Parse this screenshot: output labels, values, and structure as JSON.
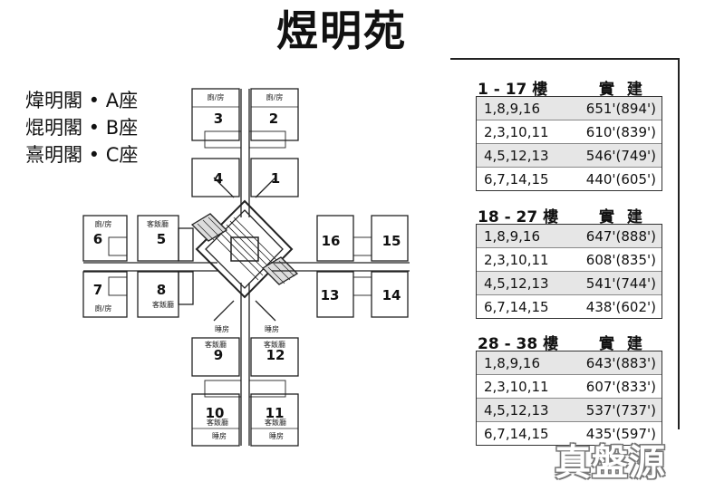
{
  "title": "煜明苑",
  "blocks": [
    {
      "label": "煒明閣 • A座"
    },
    {
      "label": "焜明閣 • B座"
    },
    {
      "label": "熹明閣 • C座"
    }
  ],
  "plan": {
    "units": [
      "1",
      "2",
      "3",
      "4",
      "5",
      "6",
      "7",
      "8",
      "9",
      "10",
      "11",
      "12",
      "13",
      "14",
      "15",
      "16"
    ],
    "room_labels": {
      "bed_toilet": "廁/房",
      "living_dining": "客飯廳",
      "bedroom": "睡房"
    }
  },
  "tables": [
    {
      "floors": "1 - 17 樓",
      "header": "實 建",
      "rows": [
        {
          "units": "1,8,9,16",
          "size": "651'(894')"
        },
        {
          "units": "2,3,10,11",
          "size": "610'(839')"
        },
        {
          "units": "4,5,12,13",
          "size": "546'(749')"
        },
        {
          "units": "6,7,14,15",
          "size": "440'(605')"
        }
      ]
    },
    {
      "floors": "18 - 27 樓",
      "header": "實 建",
      "rows": [
        {
          "units": "1,8,9,16",
          "size": "647'(888')"
        },
        {
          "units": "2,3,10,11",
          "size": "608'(835')"
        },
        {
          "units": "4,5,12,13",
          "size": "541'(744')"
        },
        {
          "units": "6,7,14,15",
          "size": "438'(602')"
        }
      ]
    },
    {
      "floors": "28 - 38 樓",
      "header": "實 建",
      "rows": [
        {
          "units": "1,8,9,16",
          "size": "643'(883')"
        },
        {
          "units": "2,3,10,11",
          "size": "607'(833')"
        },
        {
          "units": "4,5,12,13",
          "size": "537'(737')"
        },
        {
          "units": "6,7,14,15",
          "size": "435'(597')"
        }
      ]
    }
  ],
  "watermark": "真盤源"
}
